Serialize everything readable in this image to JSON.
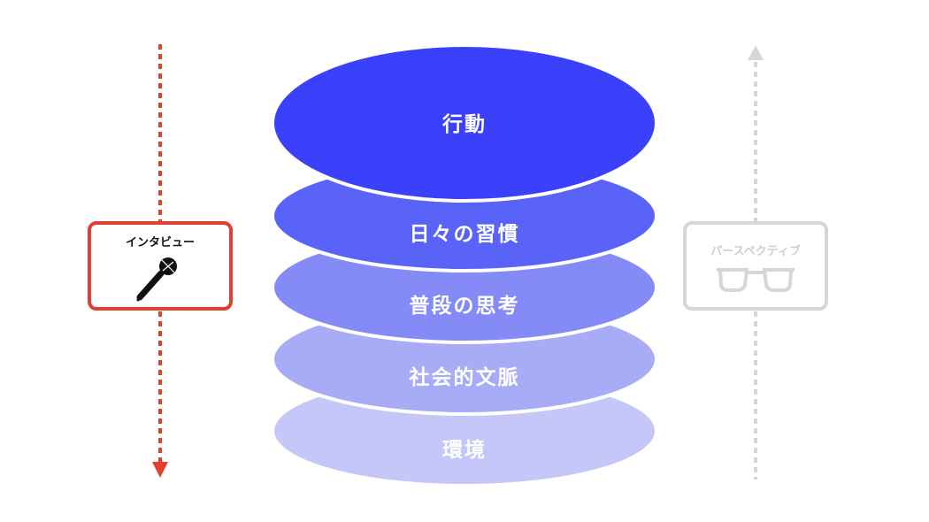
{
  "left_box": {
    "label": "インタビュー",
    "icon": "microphone-icon",
    "color": "#e2402f"
  },
  "right_box": {
    "label": "パースペクティブ",
    "icon": "glasses-icon",
    "color": "#d6d6d6"
  },
  "layers": [
    {
      "label": "行動",
      "color": "#3b40fa"
    },
    {
      "label": "日々の習慣",
      "color": "#5a63f7"
    },
    {
      "label": "普段の思考",
      "color": "#858bf6"
    },
    {
      "label": "社会的文脈",
      "color": "#a8acf6"
    },
    {
      "label": "環境",
      "color": "#c5c7f9"
    }
  ]
}
